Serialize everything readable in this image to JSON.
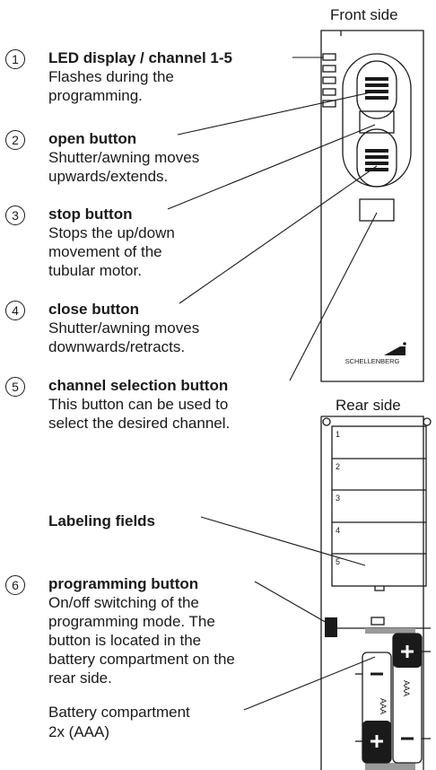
{
  "front_label": "Front side",
  "rear_label": "Rear side",
  "items": [
    {
      "number": "1",
      "title": "LED display / channel 1-5",
      "desc": "Flashes during the\nprogramming."
    },
    {
      "number": "2",
      "title": "open button",
      "desc": "Shutter/awning moves\nupwards/extends."
    },
    {
      "number": "3",
      "title": "stop button",
      "desc": "Stops the up/down\nmovement of the\ntubular motor."
    },
    {
      "number": "4",
      "title": "close button",
      "desc": "Shutter/awning moves\ndownwards/retracts."
    },
    {
      "number": "5",
      "title": "channel selection button",
      "desc": "This button can be used to\nselect the desired channel."
    },
    {
      "number": "6",
      "title": "programming button",
      "desc": "On/off switching of the\nprogramming mode. The\nbutton is located in the\nbattery compartment on the\nrear side."
    }
  ],
  "labeling_fields": "Labeling fields",
  "battery_compartment": "Battery compartment\n2x (AAA)",
  "brand": "SCHELLENBERG",
  "field_numbers": [
    "1",
    "2",
    "3",
    "4",
    "5"
  ],
  "battery_label": "AAA",
  "battery_plus": "+",
  "battery_minus": "−"
}
